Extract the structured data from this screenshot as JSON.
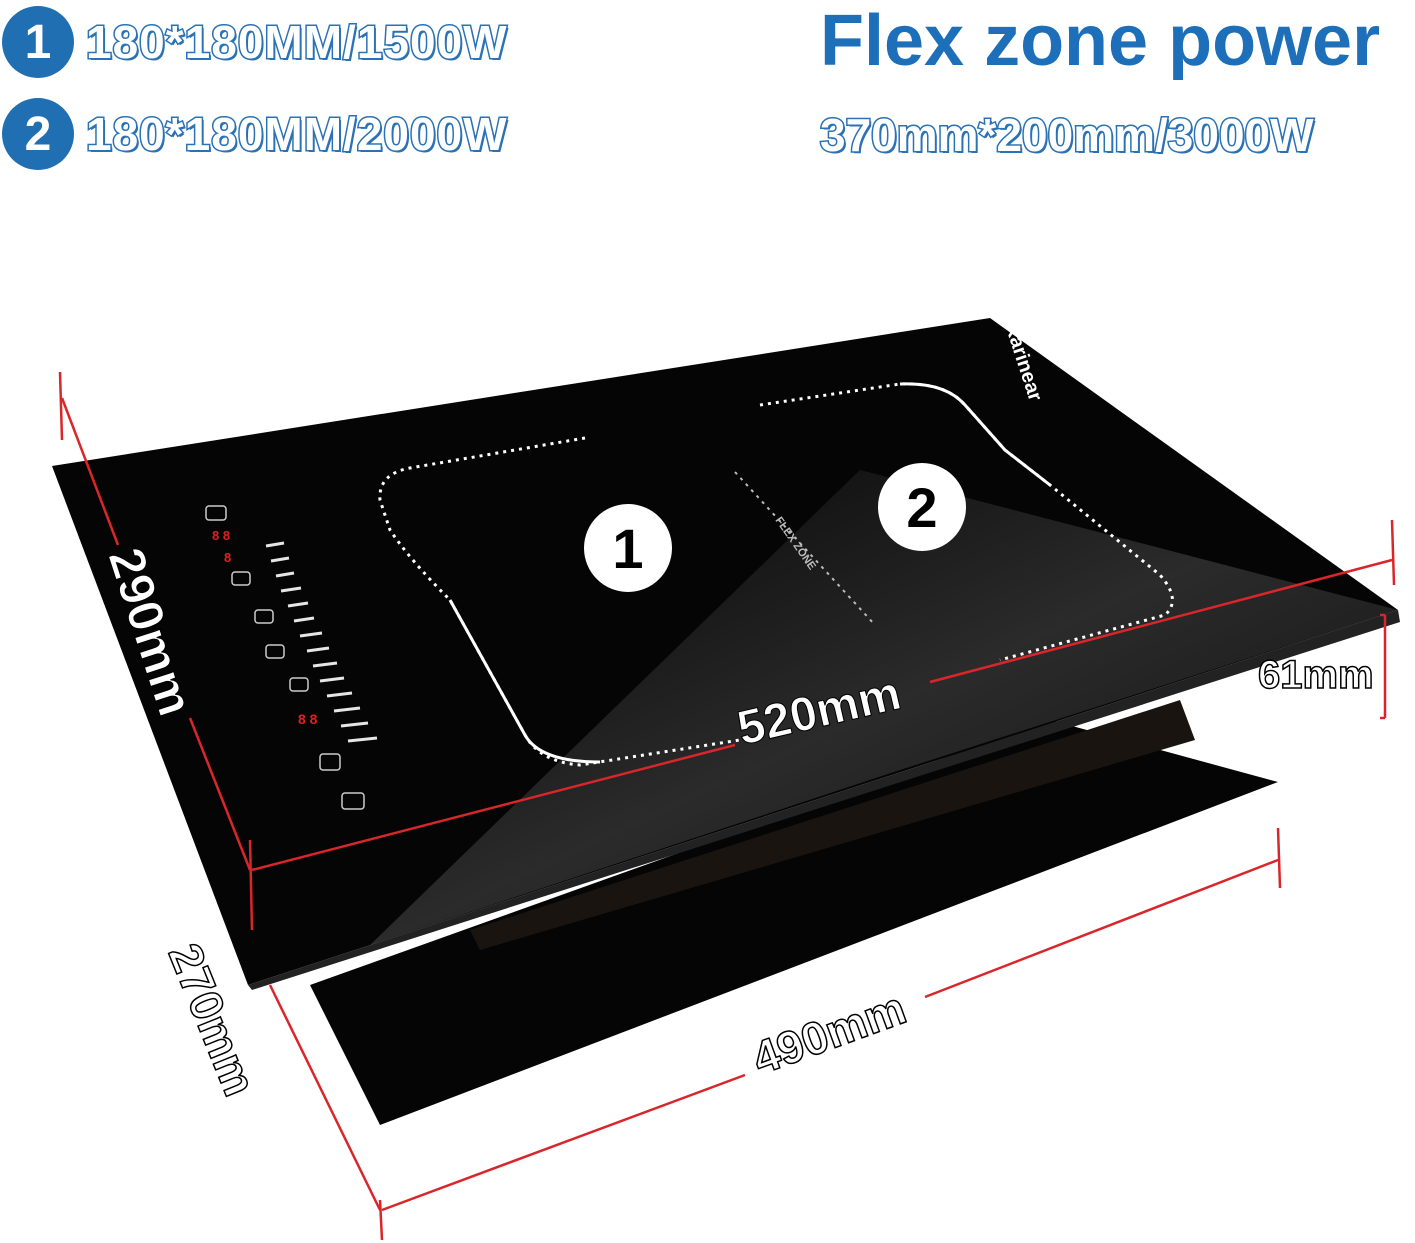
{
  "zones": [
    {
      "number": "1",
      "spec": "180*180MM/1500W"
    },
    {
      "number": "2",
      "spec": "180*180MM/2000W"
    }
  ],
  "flex_zone": {
    "title": "Flex zone power",
    "spec": "370mm*200mm/3000W",
    "label": "FLEX ZONE"
  },
  "brand": "Karinear",
  "hob_zone_labels": [
    "1",
    "2"
  ],
  "dimensions": {
    "depth_top": "290mm",
    "width_top": "520mm",
    "height": "61mm",
    "depth_cutout": "270mm",
    "width_cutout": "490mm"
  },
  "colors": {
    "badge_blue": "#1f6fb2",
    "title_blue": "#1c6fb8",
    "dimension_red": "#d9262a",
    "glass": "#050505"
  }
}
